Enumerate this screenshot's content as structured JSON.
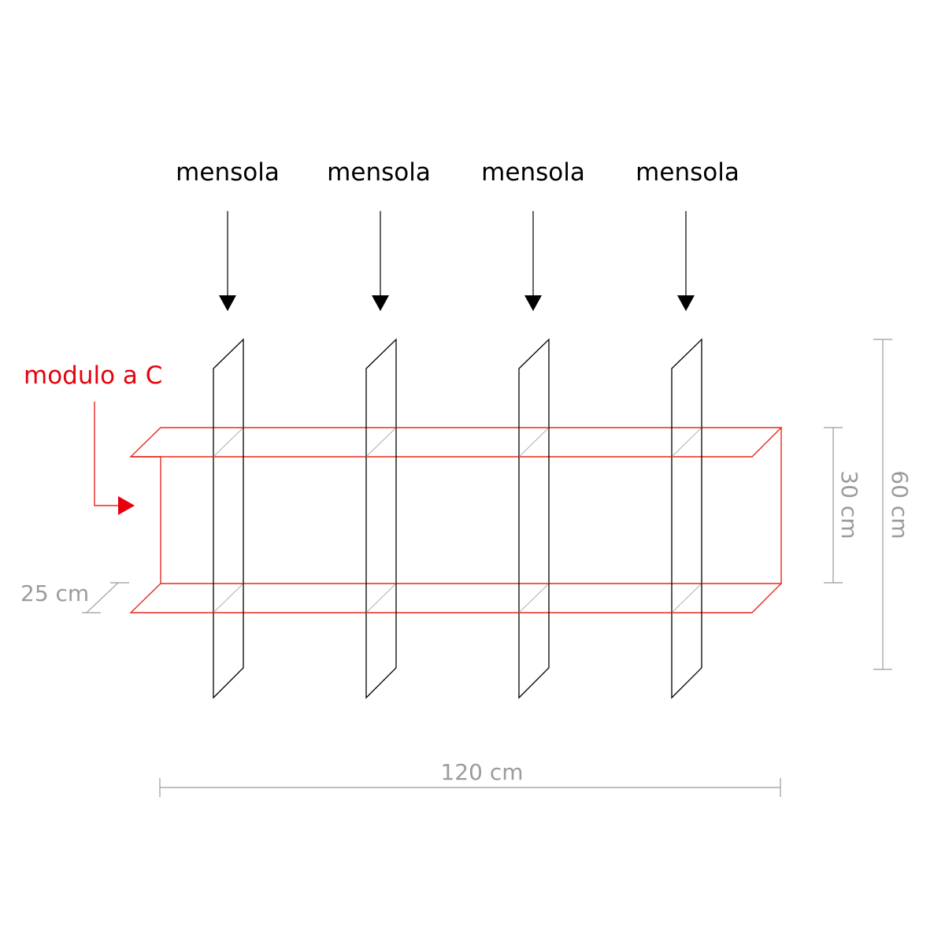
{
  "shelf_labels": [
    "mensola",
    "mensola",
    "mensola",
    "mensola"
  ],
  "module_label": "modulo a C",
  "dimensions": {
    "depth": "25 cm",
    "inner_height": "30 cm",
    "total_height": "60 cm",
    "width": "120 cm"
  },
  "colors": {
    "shelf": "#000000",
    "module": "#e8281f",
    "module_label": "#e8000d",
    "dimension": "#9b9b9b",
    "hidden_edge": "#b0b0b0"
  }
}
